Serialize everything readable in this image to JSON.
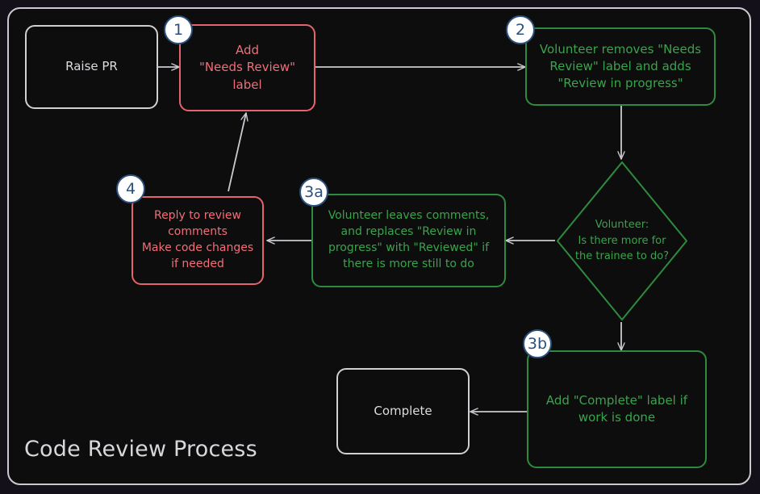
{
  "diagram": {
    "title": "Code Review Process",
    "colors": {
      "page_background": "#141019",
      "frame_background": "#0d0d0e",
      "frame_border": "#c9c9cf",
      "neutral": "#dcdce1",
      "red": "#ef6e78",
      "green": "#3aa34b",
      "edge": "#c9c9cf",
      "badge_fill": "#ffffff",
      "badge_stroke": "#2b4f7e"
    },
    "nodes": [
      {
        "id": "raise-pr",
        "label": "Raise PR",
        "shape": "rounded-rect",
        "style": "neutral"
      },
      {
        "id": "add-label",
        "label": "Add\n\"Needs Review\"\nlabel",
        "shape": "rounded-rect",
        "style": "red"
      },
      {
        "id": "volunteer-takes",
        "label": "Volunteer removes \"Needs\nReview\" label and adds\n\"Review in progress\"",
        "shape": "rounded-rect",
        "style": "green"
      },
      {
        "id": "decision",
        "label": "Volunteer:\nIs there more for\nthe trainee to do?",
        "shape": "diamond",
        "style": "green"
      },
      {
        "id": "leaves-comments",
        "label": "Volunteer leaves comments,\nand replaces \"Review in\nprogress\" with \"Reviewed\" if\nthere is more still to do",
        "shape": "rounded-rect",
        "style": "green"
      },
      {
        "id": "reply-to-review",
        "label": "Reply to review\ncomments\nMake code changes\nif needed",
        "shape": "rounded-rect",
        "style": "red"
      },
      {
        "id": "add-complete",
        "label": "Add \"Complete\" label if\nwork is done",
        "shape": "rounded-rect",
        "style": "green"
      },
      {
        "id": "complete",
        "label": "Complete",
        "shape": "rounded-rect",
        "style": "neutral"
      }
    ],
    "badges": [
      {
        "id": "badge-1",
        "label": "1",
        "for": "add-label"
      },
      {
        "id": "badge-2",
        "label": "2",
        "for": "volunteer-takes"
      },
      {
        "id": "badge-3a",
        "label": "3a",
        "for": "leaves-comments"
      },
      {
        "id": "badge-3b",
        "label": "3b",
        "for": "add-complete"
      },
      {
        "id": "badge-4",
        "label": "4",
        "for": "reply-to-review"
      }
    ],
    "edges": [
      {
        "from": "raise-pr",
        "to": "add-label"
      },
      {
        "from": "add-label",
        "to": "volunteer-takes"
      },
      {
        "from": "volunteer-takes",
        "to": "decision"
      },
      {
        "from": "decision",
        "to": "leaves-comments"
      },
      {
        "from": "decision",
        "to": "add-complete"
      },
      {
        "from": "leaves-comments",
        "to": "reply-to-review"
      },
      {
        "from": "reply-to-review",
        "to": "add-label"
      },
      {
        "from": "add-complete",
        "to": "complete"
      }
    ]
  }
}
